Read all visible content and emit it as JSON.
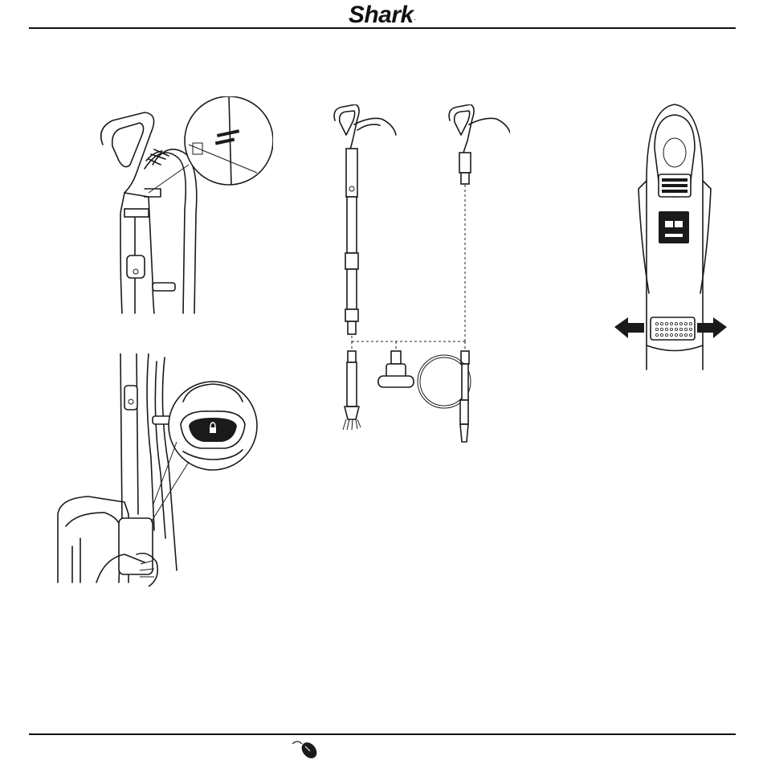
{
  "header": {
    "brand": "Shark",
    "trademark": "."
  },
  "figures": [
    {
      "id": "handle-hose-detail",
      "icon": "handle-release-icon"
    },
    {
      "id": "attachments-assembly",
      "icon": "wand-attachments-icon"
    },
    {
      "id": "hose-lock-detail",
      "icon": "lock-button-icon"
    },
    {
      "id": "handle-slider-front",
      "icon": "release-slider-icon"
    }
  ],
  "footer": {
    "icon": "mouse-icon"
  },
  "colors": {
    "ink": "#1a1a1a",
    "paper": "#ffffff"
  }
}
